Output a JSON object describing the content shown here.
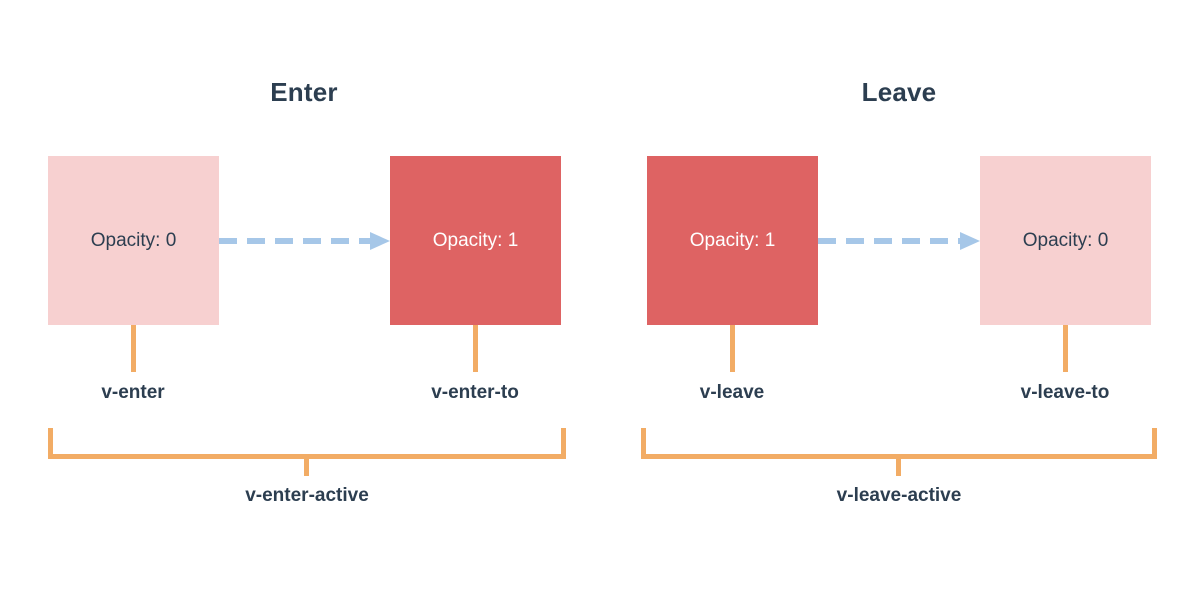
{
  "colors": {
    "background": "#ffffff",
    "box_light": "#f7d0d0",
    "box_dark": "#de6363",
    "arrow_blue": "#a6c7e8",
    "connector_orange": "#f2ac65",
    "text_dark": "#2c3e50",
    "text_on_dark": "#ffffff"
  },
  "sections": {
    "enter": {
      "title": "Enter",
      "from_box": {
        "label": "Opacity: 0",
        "class_name": "v-enter",
        "fill": "light"
      },
      "to_box": {
        "label": "Opacity: 1",
        "class_name": "v-enter-to",
        "fill": "dark"
      },
      "active_class": "v-enter-active",
      "arrow": {
        "icon": "dashed-arrow-right-icon",
        "direction": "right",
        "style": "dashed"
      }
    },
    "leave": {
      "title": "Leave",
      "from_box": {
        "label": "Opacity: 1",
        "class_name": "v-leave",
        "fill": "dark"
      },
      "to_box": {
        "label": "Opacity: 0",
        "class_name": "v-leave-to",
        "fill": "light"
      },
      "active_class": "v-leave-active",
      "arrow": {
        "icon": "dashed-arrow-right-icon",
        "direction": "right",
        "style": "dashed"
      }
    }
  }
}
